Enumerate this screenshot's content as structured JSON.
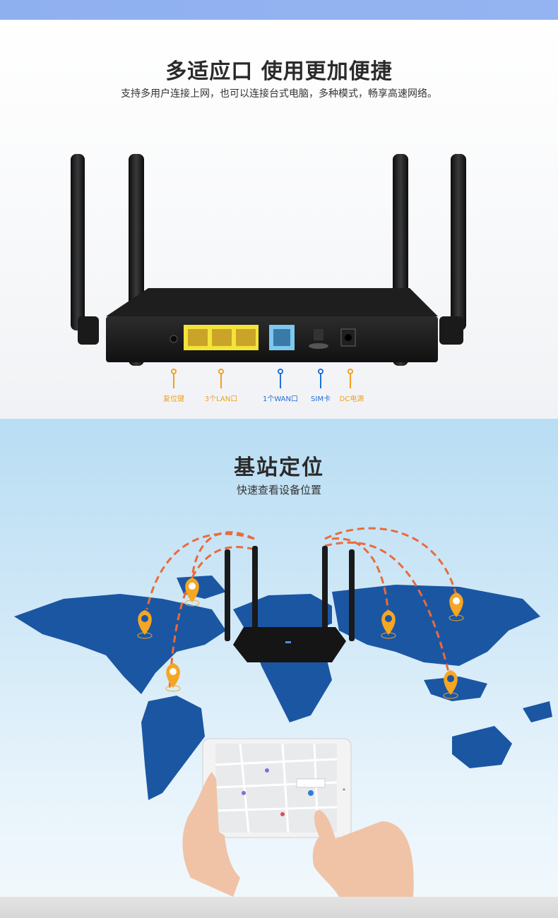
{
  "section_ports": {
    "title": "多适应口 使用更加便捷",
    "subtitle": "支持多用户连接上网，也可以连接台式电脑，多种模式，畅享高速网络。",
    "labels": {
      "reset": "复位键",
      "lan": "3个LAN口",
      "wan": "1个WAN口",
      "sim": "SIM卡",
      "dc": "DC电源"
    },
    "colors": {
      "orange": "#f0a020",
      "blue": "#1f6fd8"
    }
  },
  "section_location": {
    "title": "基站定位",
    "subtitle": "快速查看设备位置",
    "colors": {
      "map": "#1b56a3",
      "pin": "#f5a623",
      "arc": "#ea6a3a"
    }
  }
}
